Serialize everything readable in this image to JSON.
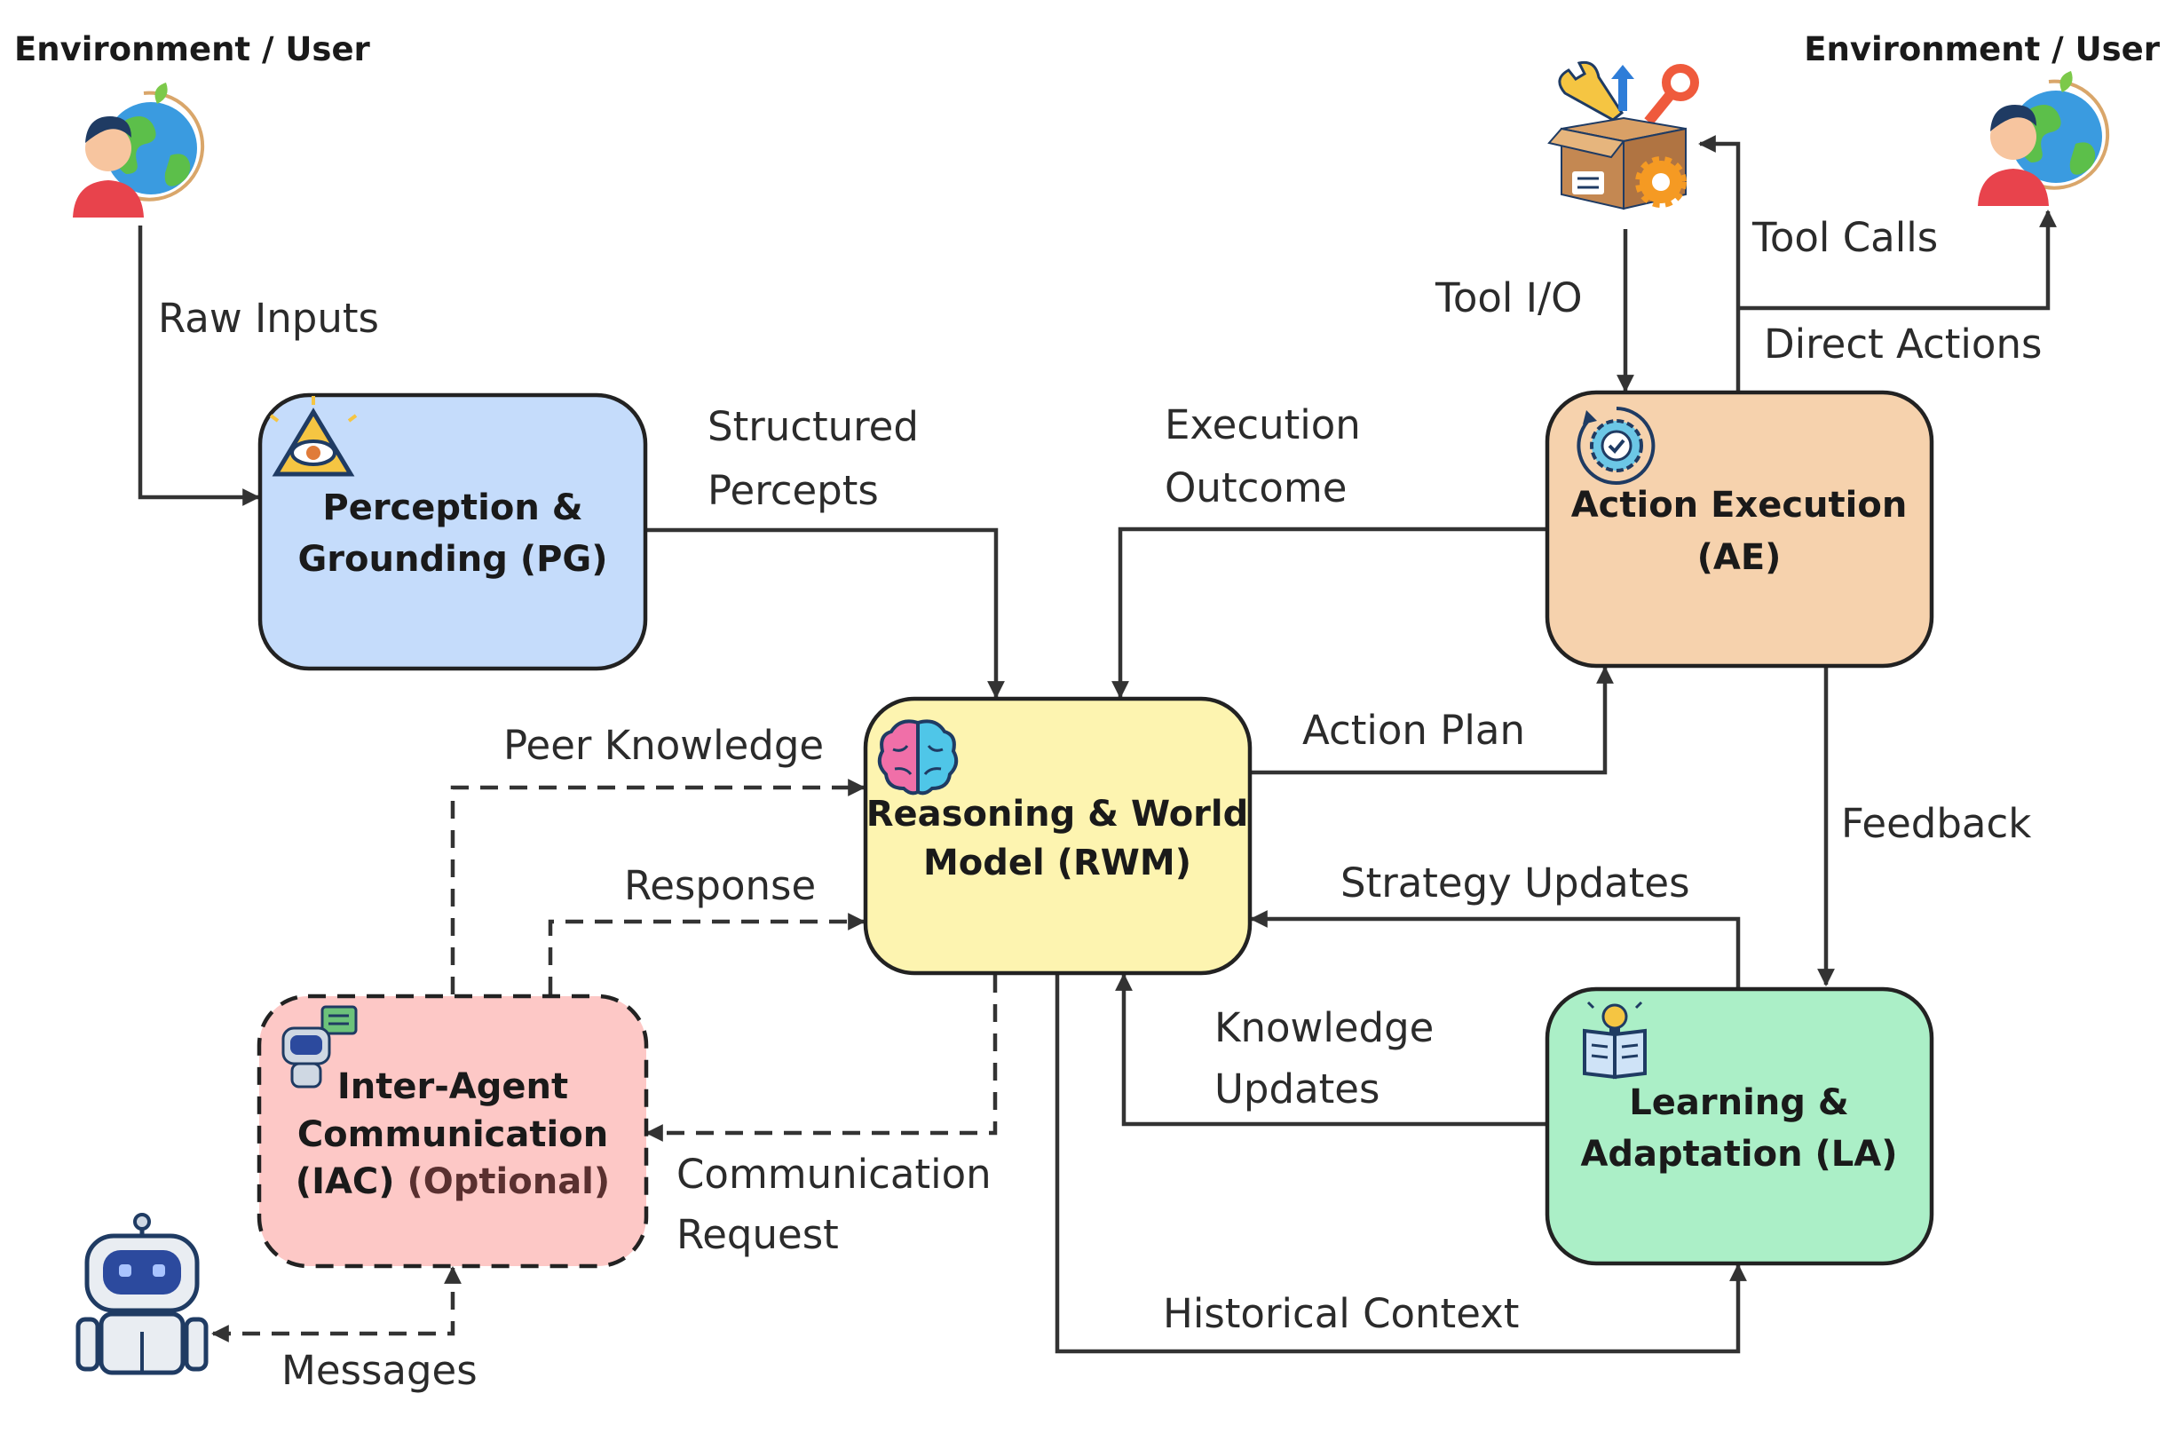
{
  "env": {
    "left_label": "Environment / User",
    "right_label": "Environment / User"
  },
  "nodes": {
    "pg": {
      "line1": "Perception &",
      "line2": "Grounding (PG)",
      "fill": "#c5dcfb"
    },
    "rwm": {
      "line1": "Reasoning & World",
      "line2": "Model (RWM)",
      "fill": "#fdf4b0"
    },
    "ae": {
      "line1": "Action Execution",
      "line2": "(AE)",
      "fill": "#f6d2ad"
    },
    "la": {
      "line1": "Learning &",
      "line2": "Adaptation (LA)",
      "fill": "#abefc7"
    },
    "iac": {
      "line1": "Inter-Agent",
      "line2": "Communication",
      "line3a": "(IAC) ",
      "line3b": "(Optional)",
      "fill": "#fdc8c6"
    }
  },
  "edges": {
    "raw_inputs": "Raw Inputs",
    "structured_percepts_1": "Structured",
    "structured_percepts_2": "Percepts",
    "execution_outcome_1": "Execution",
    "execution_outcome_2": "Outcome",
    "tool_io": "Tool I/O",
    "tool_calls": "Tool Calls",
    "direct_actions": "Direct Actions",
    "action_plan": "Action Plan",
    "feedback": "Feedback",
    "strategy_updates": "Strategy Updates",
    "knowledge_updates_1": "Knowledge",
    "knowledge_updates_2": "Updates",
    "historical_context": "Historical Context",
    "peer_knowledge": "Peer Knowledge",
    "response": "Response",
    "communication_request_1": "Communication",
    "communication_request_2": "Request",
    "messages": "Messages"
  },
  "icons": {
    "env_left": "person-globe-icon",
    "env_right": "person-globe-icon",
    "toolbox": "toolbox-icon",
    "pg": "eye-triangle-icon",
    "rwm": "brain-icon",
    "ae": "gear-check-icon",
    "la": "book-lightbulb-icon",
    "iac": "robot-chat-icon",
    "peer_agent": "robot-icon"
  },
  "colors": {
    "stroke": "#222222",
    "arrow": "#333333"
  }
}
